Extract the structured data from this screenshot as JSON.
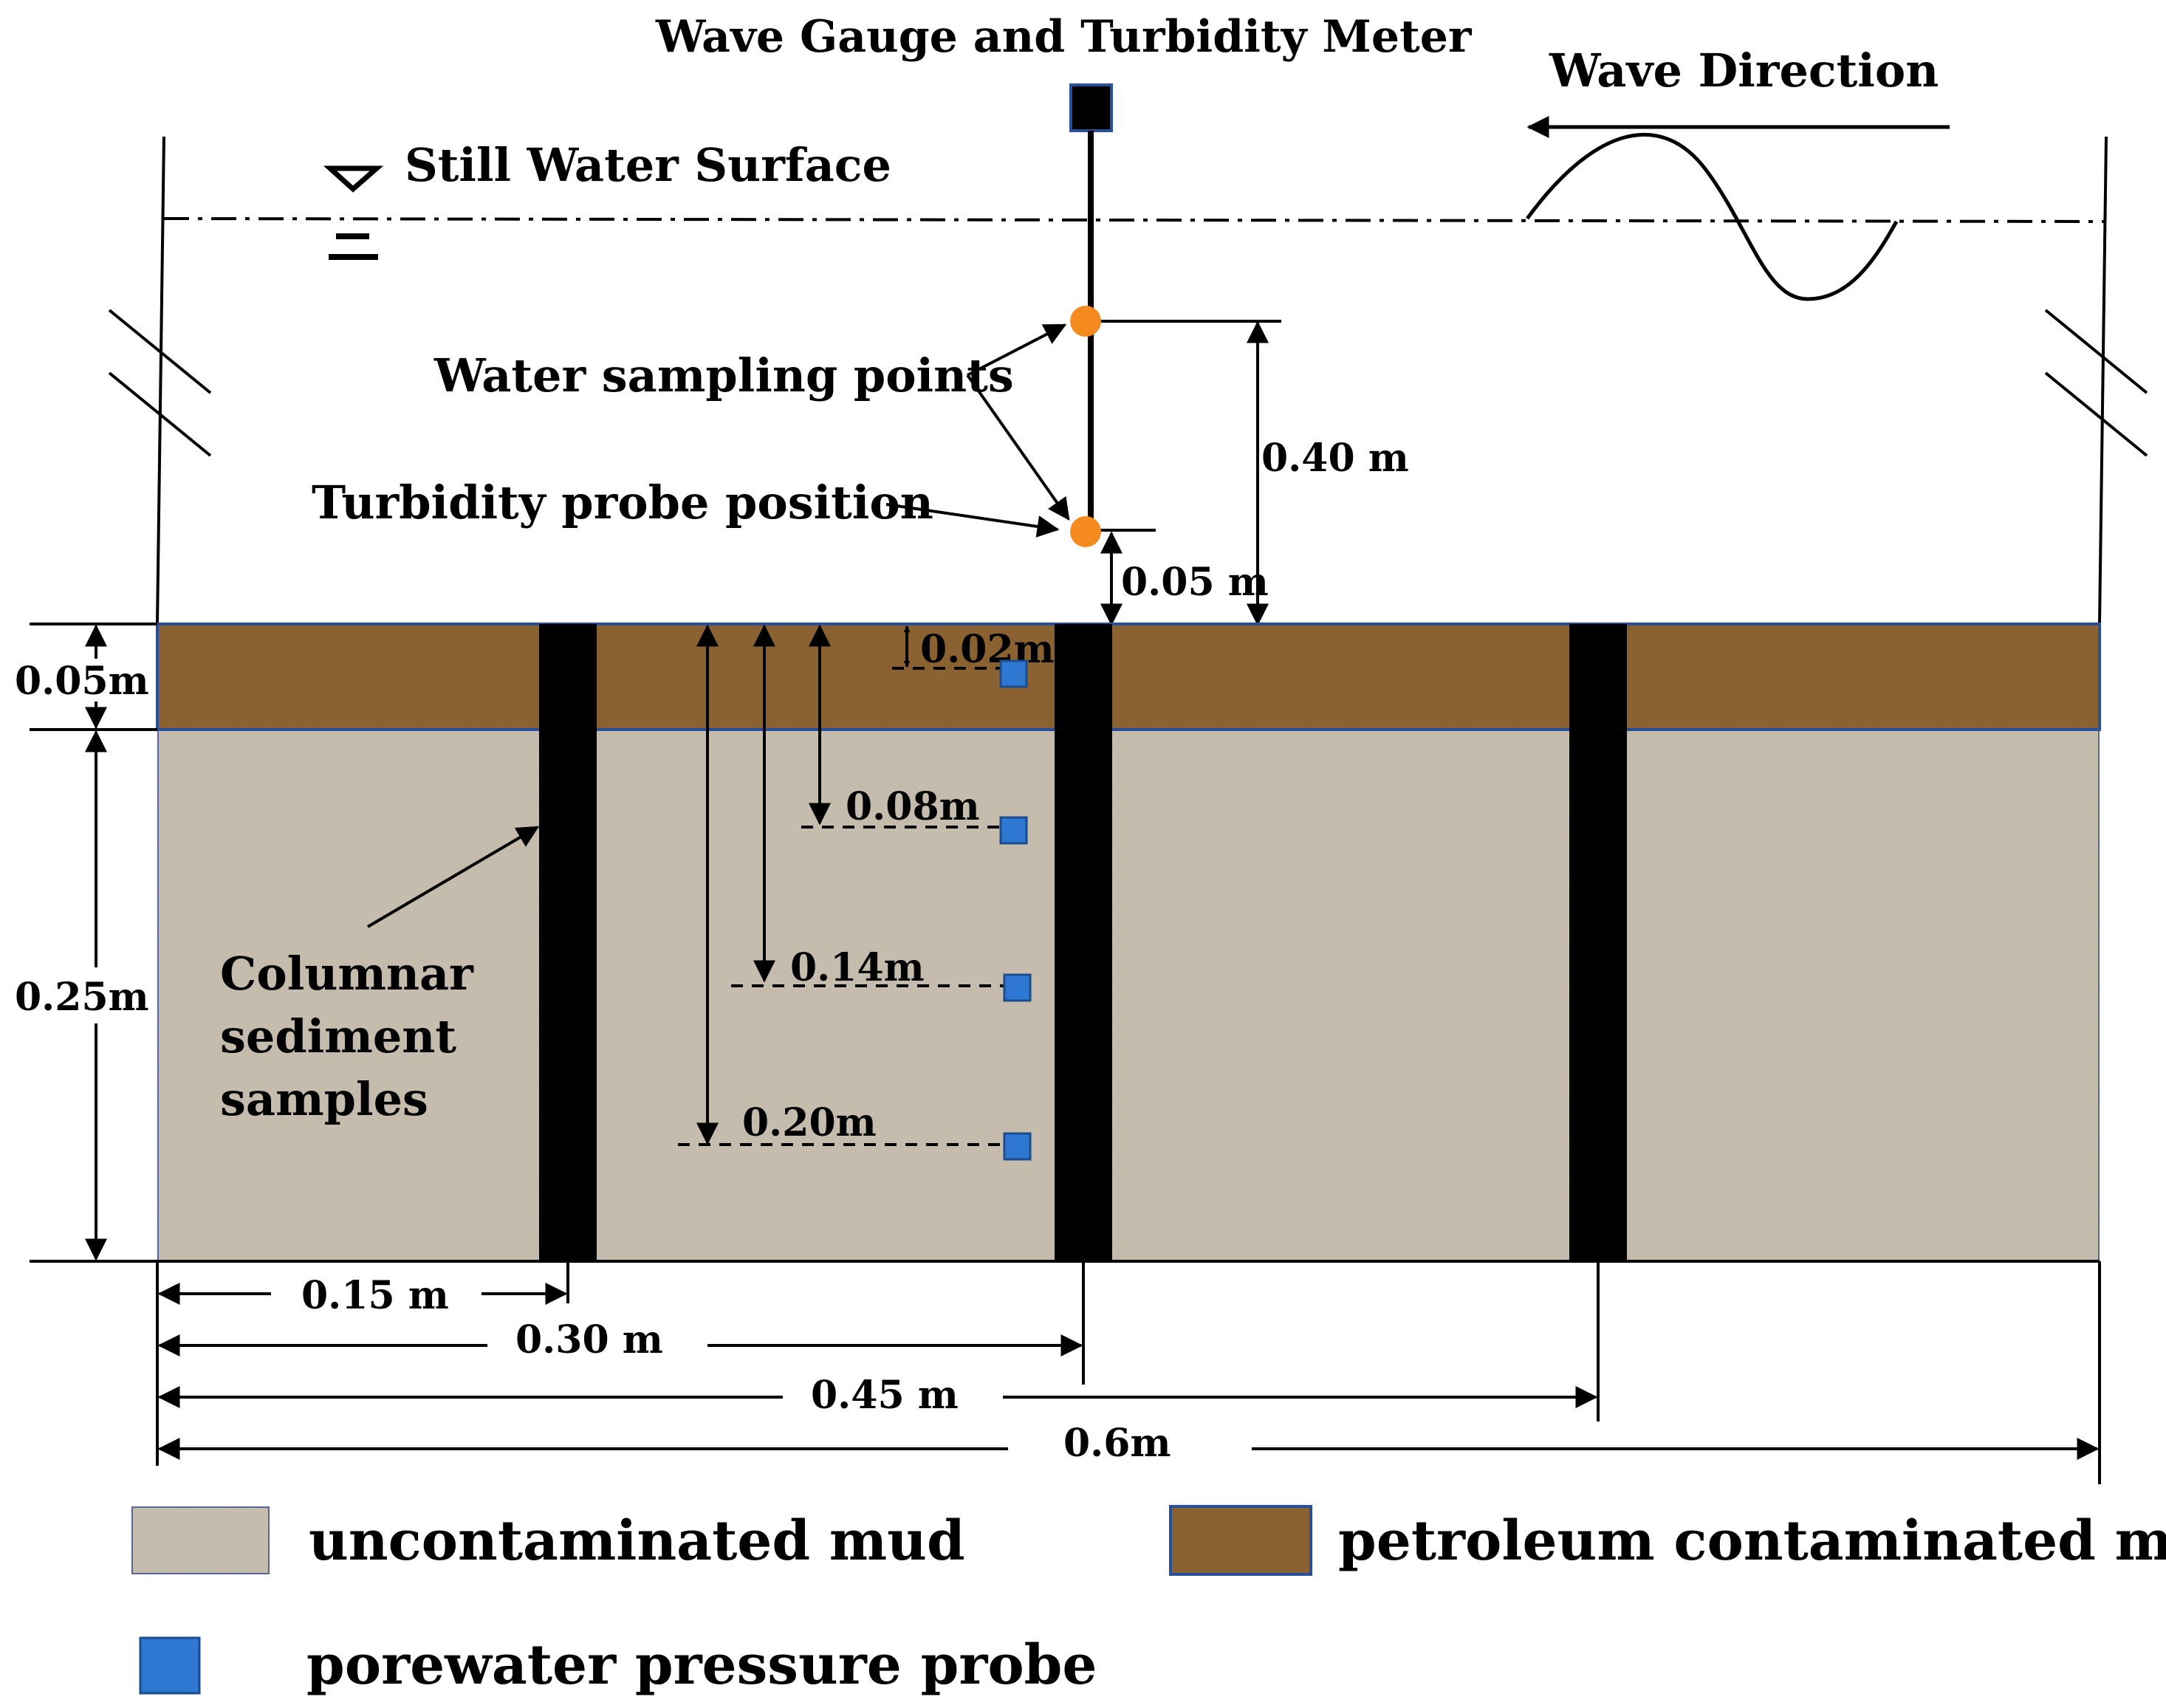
{
  "titles": {
    "gauge": "Wave Gauge and Turbidity Meter",
    "wave_direction": "Wave Direction",
    "still_water": "Still Water Surface"
  },
  "callouts": {
    "water_sampling": "Water sampling points",
    "turbidity_probe": "Turbidity probe position",
    "columnar_line1": "Columnar",
    "columnar_line2": "sediment",
    "columnar_line3": "samples"
  },
  "dimensions": {
    "sampling_height": "0.40 m",
    "probe_height": "0.05 m",
    "contaminated_thickness": "0.05m",
    "uncontaminated_thickness": "0.25m",
    "depth_1": "0.02m",
    "depth_2": "0.08m",
    "depth_3": "0.14m",
    "depth_4": "0.20m",
    "horizontal_1": "0.15 m",
    "horizontal_2": "0.30 m",
    "horizontal_3": "0.45 m",
    "horizontal_4": "0.6m"
  },
  "legend": {
    "uncontaminated": "uncontaminated mud",
    "contaminated": "petroleum contaminated mud",
    "probe": "porewater pressure probe"
  },
  "colors": {
    "uncontaminated_mud": "#c9bfb0",
    "contaminated_mud": "#8a6232",
    "probe_square": "#2f78d2",
    "sampling_point": "#f58a1f",
    "sediment_column": "#000000",
    "layer_outline": "#2a4f9a"
  }
}
